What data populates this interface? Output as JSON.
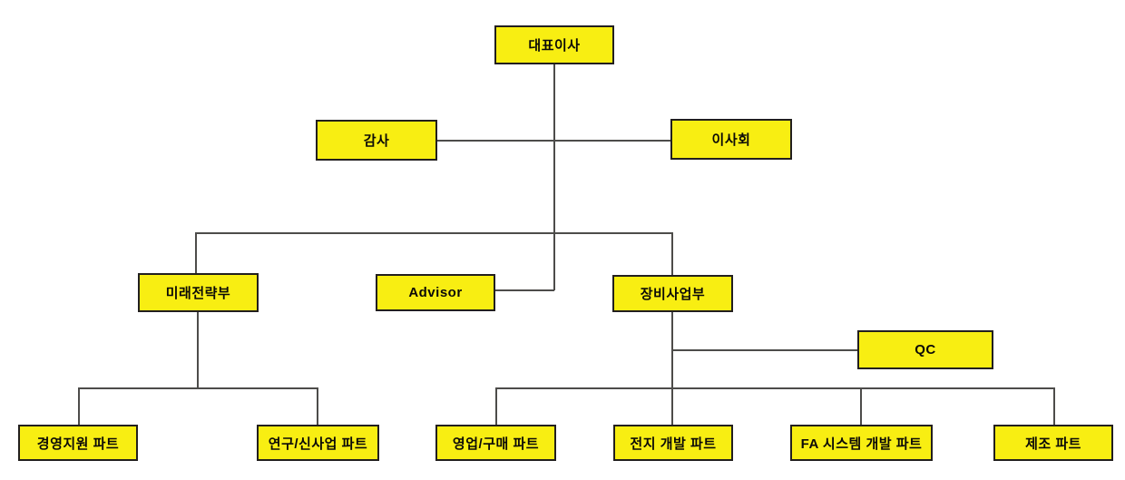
{
  "diagram": {
    "type": "org-chart",
    "background": "#ffffff",
    "colors": {
      "box_fill": "#f8ee12",
      "box_border": "#221f1e",
      "connector_line": "#4d4c4a",
      "text": "#0b0a08"
    },
    "nodes": {
      "ceo": {
        "label": "대표이사"
      },
      "auditor": {
        "label": "감사"
      },
      "board": {
        "label": "이사회"
      },
      "future_strategy": {
        "label": "미래전략부"
      },
      "advisor": {
        "label": "Advisor"
      },
      "equipment_business": {
        "label": "장비사업부"
      },
      "qc": {
        "label": "QC"
      },
      "management_support": {
        "label": "경영지원 파트"
      },
      "research_new_business": {
        "label": "연구/신사업 파트"
      },
      "sales_purchasing": {
        "label": "영업/구매 파트"
      },
      "battery_development": {
        "label": "전지 개발 파트"
      },
      "fa_system_development": {
        "label": "FA 시스템 개발 파트"
      },
      "manufacturing": {
        "label": "제조 파트"
      }
    },
    "edges": [
      {
        "from": "ceo",
        "to": "auditor"
      },
      {
        "from": "ceo",
        "to": "board"
      },
      {
        "from": "ceo",
        "to": "future_strategy"
      },
      {
        "from": "ceo",
        "to": "advisor"
      },
      {
        "from": "ceo",
        "to": "equipment_business"
      },
      {
        "from": "future_strategy",
        "to": "management_support"
      },
      {
        "from": "future_strategy",
        "to": "research_new_business"
      },
      {
        "from": "equipment_business",
        "to": "qc"
      },
      {
        "from": "equipment_business",
        "to": "sales_purchasing"
      },
      {
        "from": "equipment_business",
        "to": "battery_development"
      },
      {
        "from": "equipment_business",
        "to": "fa_system_development"
      },
      {
        "from": "equipment_business",
        "to": "manufacturing"
      }
    ]
  }
}
